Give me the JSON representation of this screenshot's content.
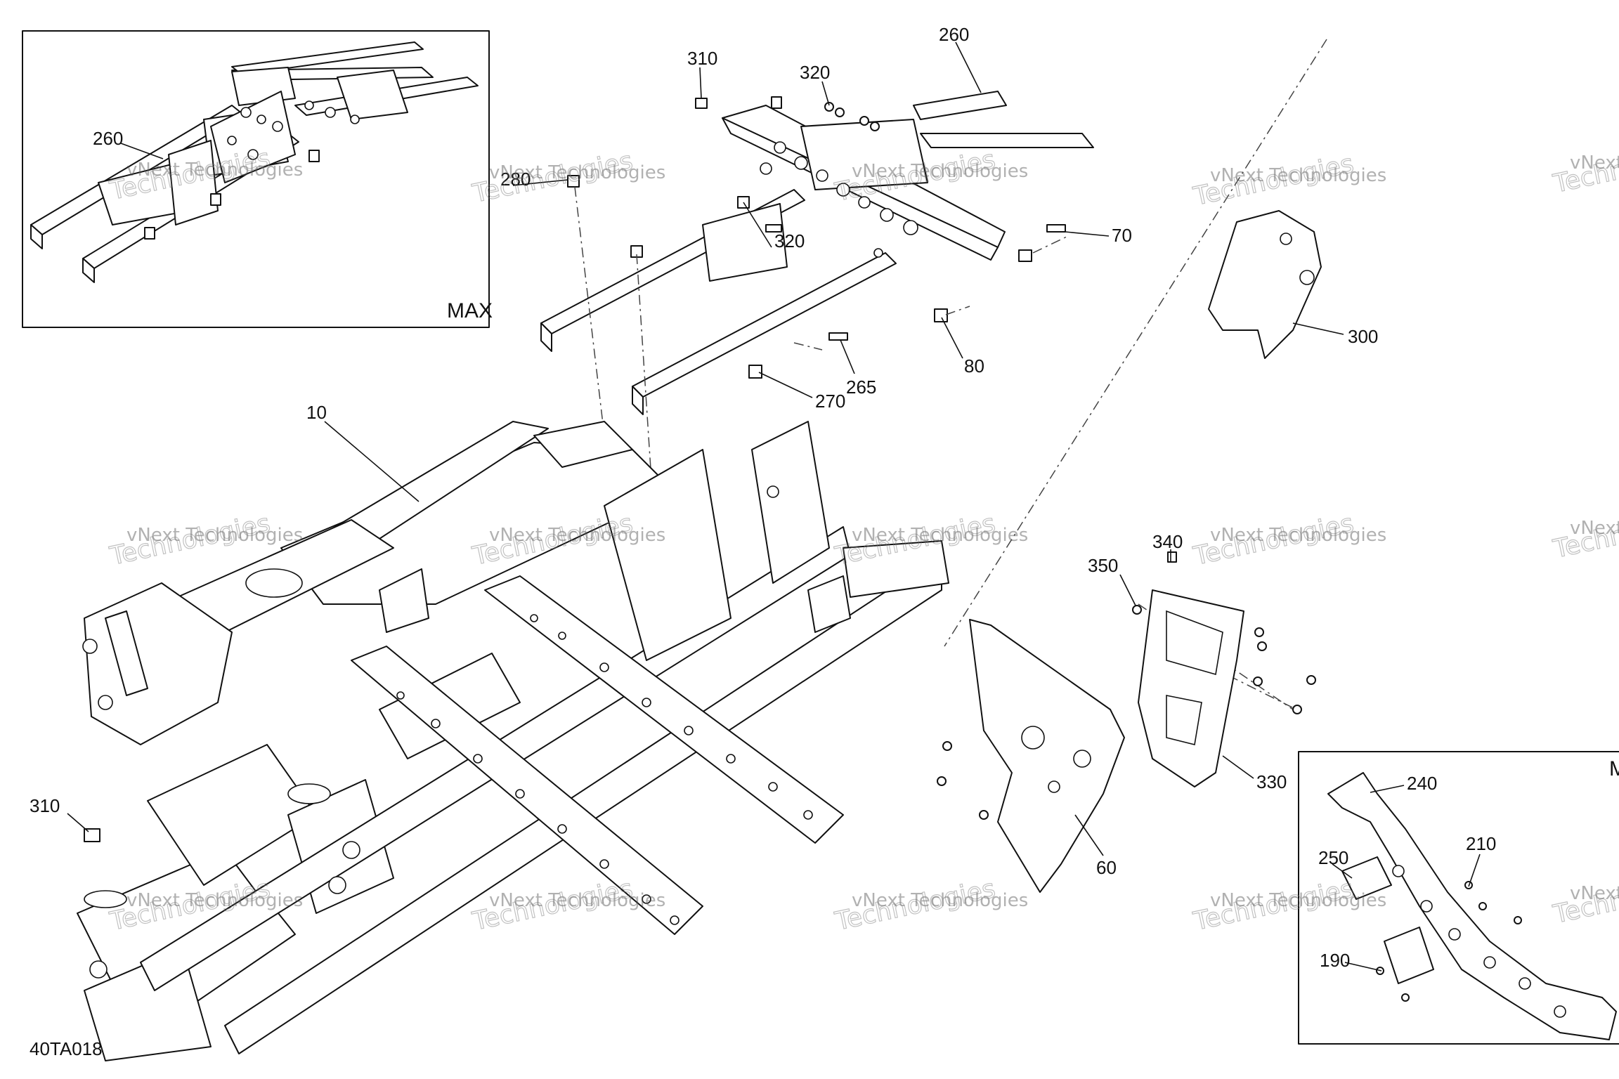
{
  "figure_code": "40TA018",
  "inset_top_left": {
    "label": "MAX",
    "callouts": [
      "260"
    ]
  },
  "inset_bottom_right": {
    "label": "M",
    "callouts": [
      "240",
      "250",
      "210",
      "190"
    ]
  },
  "callouts": {
    "c10": "10",
    "c60": "60",
    "c70": "70",
    "c80": "80",
    "c260": "260",
    "c265": "265",
    "c270": "270",
    "c280": "280",
    "c300": "300",
    "c310_top": "310",
    "c310_left": "310",
    "c320_top": "320",
    "c320_mid": "320",
    "c330": "330",
    "c340": "340",
    "c350": "350"
  },
  "watermark": {
    "line1": "vNext Technologies",
    "line2": "Technologies"
  }
}
